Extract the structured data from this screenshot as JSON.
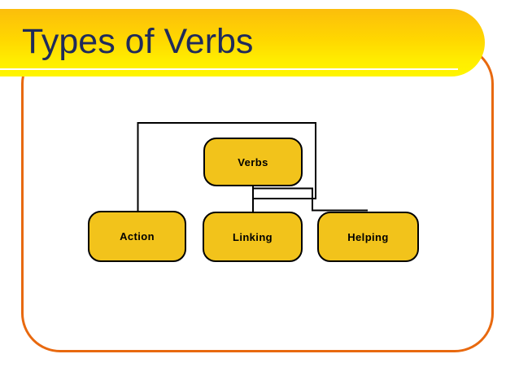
{
  "slide": {
    "title": "Types of Verbs"
  },
  "diagram": {
    "type": "hierarchy",
    "root": {
      "label": "Verbs"
    },
    "children": [
      {
        "label": "Action"
      },
      {
        "label": "Linking"
      },
      {
        "label": "Helping"
      }
    ]
  },
  "colors": {
    "banner-gold-top": "#FCBE0C",
    "banner-yellow-bottom": "#FFF500",
    "title-navy": "#1F2A5B",
    "frame-orange": "#E8690F",
    "node-gold": "#F2C31B",
    "node-border": "#000000",
    "connector-black": "#000000"
  }
}
